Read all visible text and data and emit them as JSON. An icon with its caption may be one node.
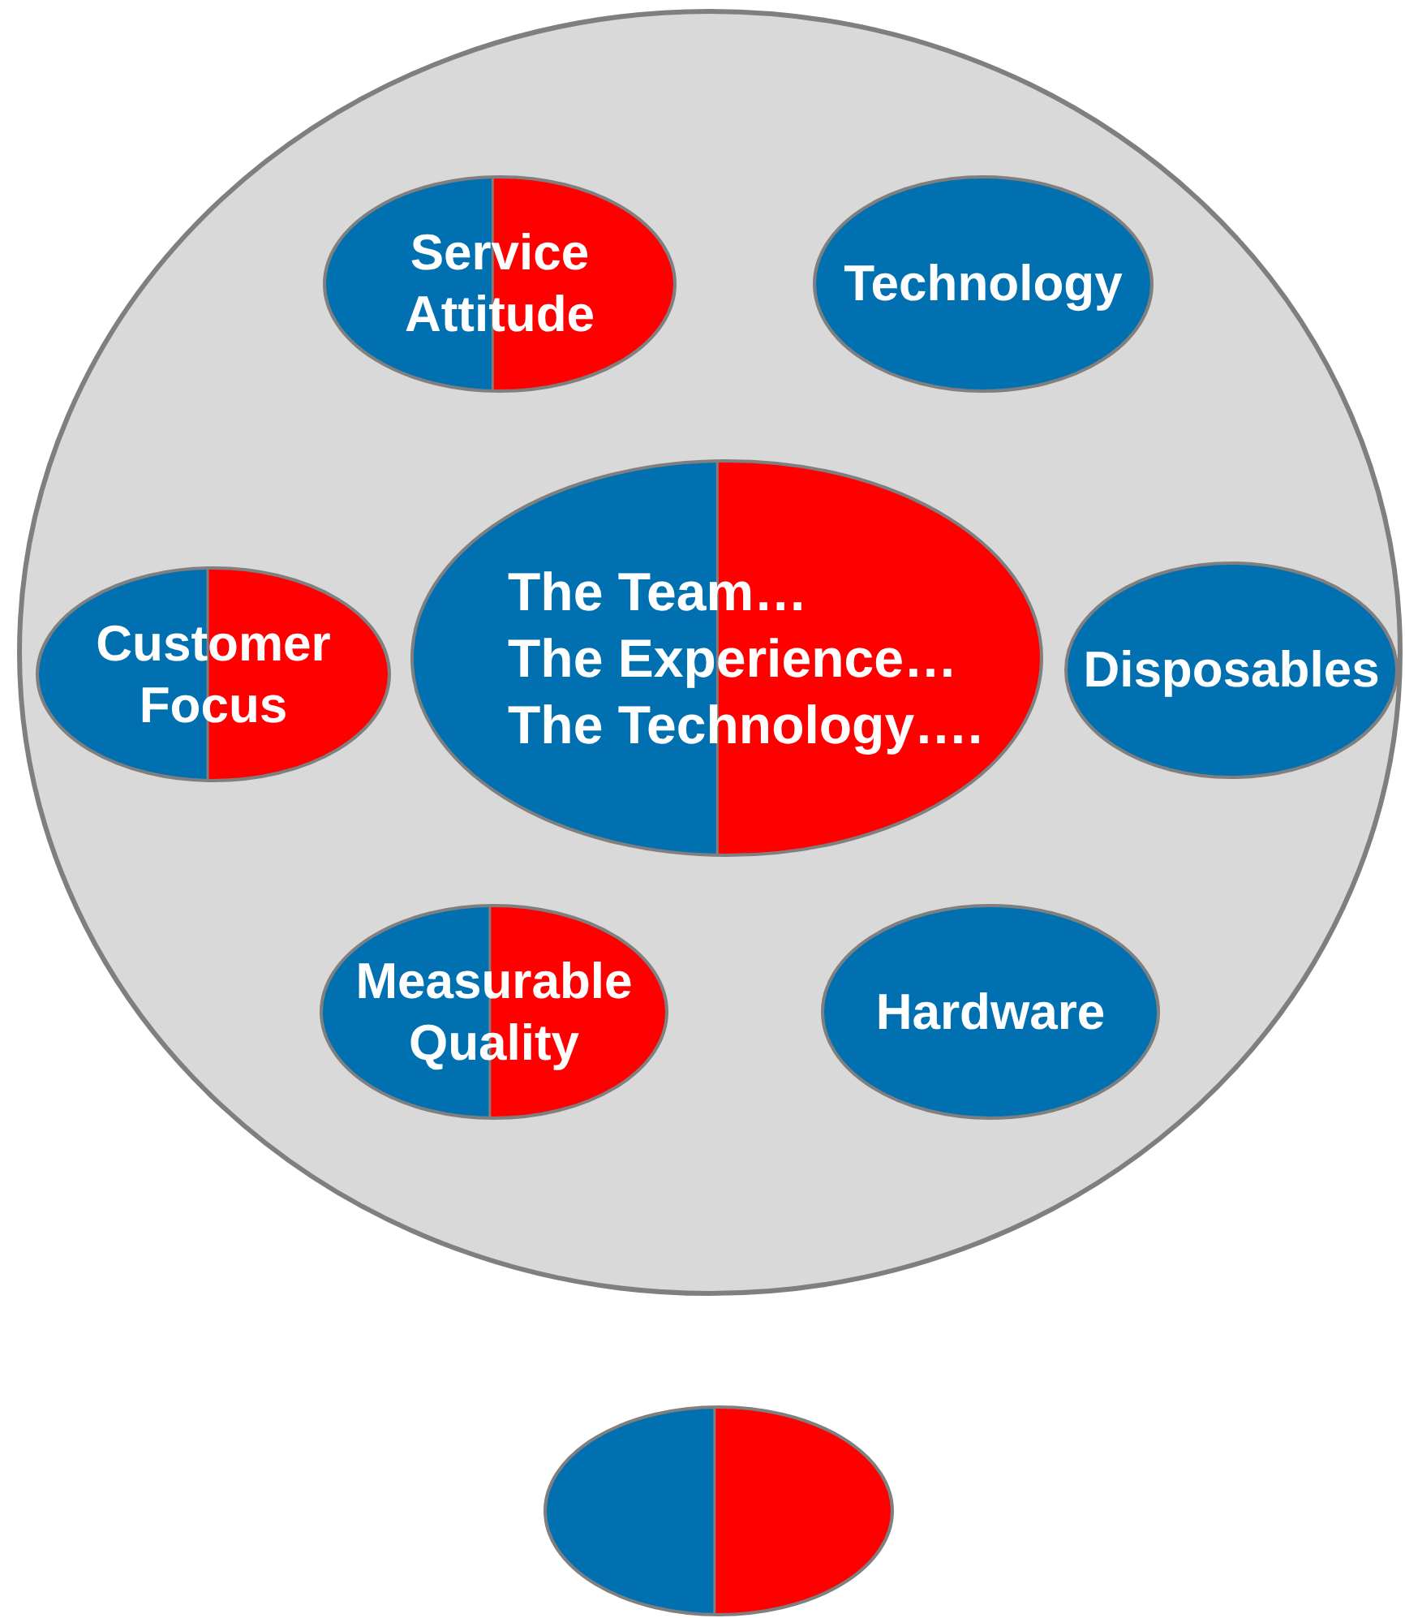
{
  "diagram": {
    "nodes": [
      {
        "text": [],
        "shape": "circle"
      },
      {
        "text": [
          "Service Attitude"
        ],
        "in": 0
      },
      {
        "text": [
          "Technology"
        ],
        "in": 0
      },
      {
        "text": [
          "The Team…",
          "The Experience…",
          "The Technology…."
        ],
        "in": 0
      },
      {
        "text": [
          "Customer Focus"
        ],
        "in": 0
      },
      {
        "text": [
          "Disposables"
        ],
        "in": 0
      },
      {
        "text": [
          "Measurable Quality"
        ],
        "in": 0
      },
      {
        "text": [
          "Hardware"
        ],
        "in": 0
      },
      {
        "text": [],
        "shape": "ellipse"
      }
    ]
  }
}
